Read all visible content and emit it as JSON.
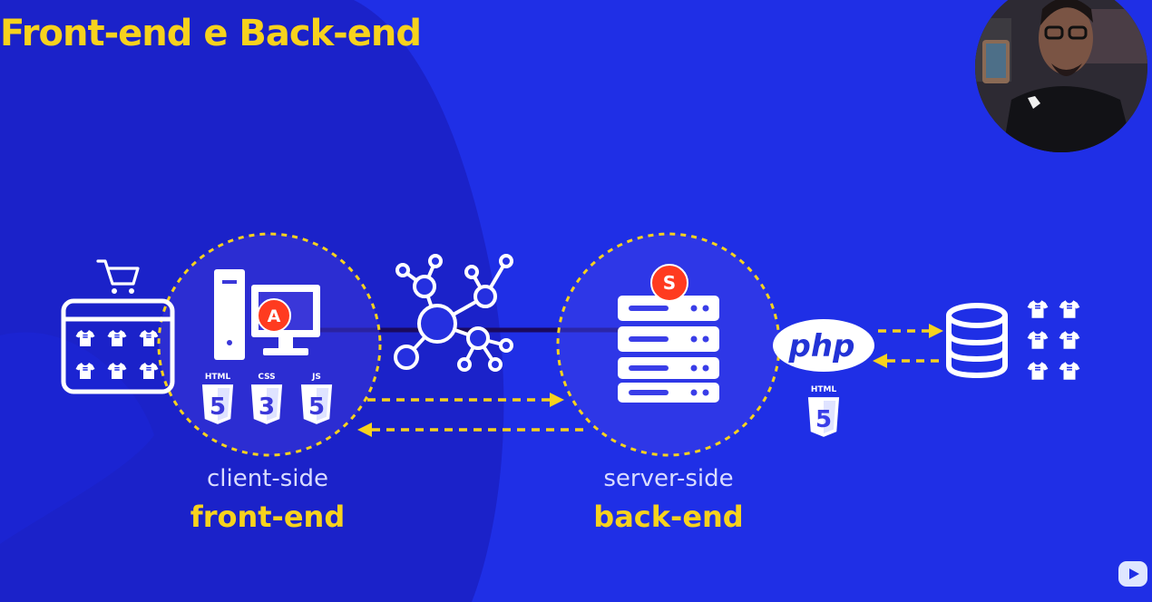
{
  "title": "Front-end e Back-end",
  "client": {
    "side_label": "client-side",
    "role_label": "front-end",
    "app_badge": "A"
  },
  "server": {
    "side_label": "server-side",
    "role_label": "back-end",
    "app_badge": "S"
  },
  "tech_labels": {
    "html": "HTML",
    "css": "CSS",
    "js": "JS",
    "php": "php",
    "html_server": "HTML"
  },
  "colors": {
    "background": "#1f2fe6",
    "blob": "#1b22c9",
    "accent": "#f7d21d",
    "badge_red": "#ff3b1f",
    "network_line": "#1a0a5e"
  },
  "icons": [
    "shopping-cart-icon",
    "product-grid-icon",
    "desktop-computer-icon",
    "network-hub-icon",
    "server-rack-icon",
    "php-logo-icon",
    "html5-logo-icon",
    "css3-logo-icon",
    "js-logo-icon",
    "database-icon",
    "tshirt-icon",
    "webcam-overlay",
    "video-badge-icon"
  ]
}
